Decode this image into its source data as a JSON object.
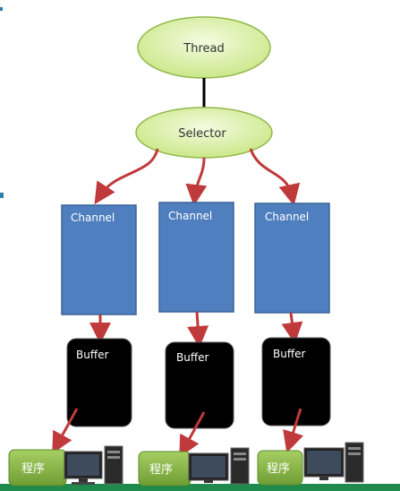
{
  "thread": {
    "label": "Thread"
  },
  "selector": {
    "label": "Selector"
  },
  "channels": [
    {
      "label": "Channel"
    },
    {
      "label": "Channel"
    },
    {
      "label": "Channel"
    }
  ],
  "buffers": [
    {
      "label": "Buffer"
    },
    {
      "label": "Buffer"
    },
    {
      "label": "Buffer"
    }
  ],
  "programs": [
    {
      "label": "程序"
    },
    {
      "label": "程序"
    },
    {
      "label": "程序"
    }
  ],
  "colors": {
    "ellipse_fill": "#d8f0a0",
    "ellipse_stroke": "#93b84b",
    "channel_fill": "#4f7fbf",
    "channel_stroke": "#3a6399",
    "buffer_fill": "#000000",
    "arrow": "#c0393b",
    "program_fill": "#8ab84a",
    "bottom_strip": "#1f8a4c",
    "left_accent": "#2e7db0"
  }
}
